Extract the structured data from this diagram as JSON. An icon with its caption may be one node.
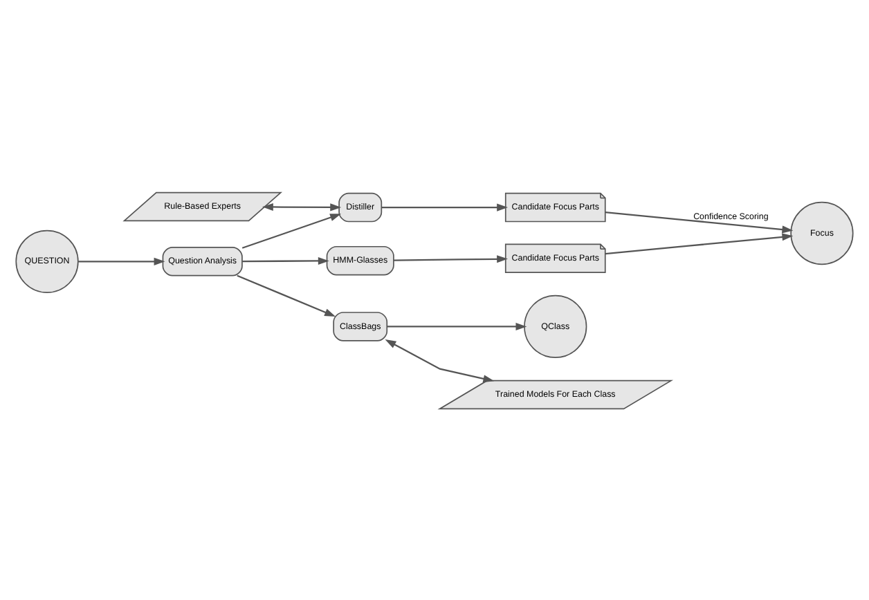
{
  "diagram": {
    "nodes": [
      {
        "text": [
          "Rule-Based Experts"
        ]
      },
      {
        "text": [
          "QUESTION"
        ]
      },
      {
        "text": [
          "Distiller"
        ]
      },
      {
        "text": [
          "Candidate Focus Parts"
        ]
      },
      {
        "text": [
          "HMM-Glasses"
        ]
      },
      {
        "text": [
          "Candidate Focus Parts"
        ]
      },
      {
        "text": [
          "Focus"
        ]
      },
      {
        "text": [
          "Question Analysis"
        ]
      },
      {
        "text": [
          "ClassBags"
        ]
      },
      {
        "text": [
          "QClass"
        ]
      },
      {
        "text": [
          "Trained Models For Each Class"
        ]
      }
    ],
    "edges": [
      {
        "from": 0,
        "to": 2,
        "arrow": "both"
      },
      {
        "from": 1,
        "to": 7,
        "arrow": "to"
      },
      {
        "from": 7,
        "to": 2,
        "arrow": "to"
      },
      {
        "from": 7,
        "to": 4,
        "arrow": "to"
      },
      {
        "from": 7,
        "to": 8,
        "arrow": "to"
      },
      {
        "from": 2,
        "to": 3,
        "arrow": "to"
      },
      {
        "from": 4,
        "to": 5,
        "arrow": "to"
      },
      {
        "from": 3,
        "to": 6,
        "arrow": "to",
        "label": "Confidence Scoring"
      },
      {
        "from": 5,
        "to": 6,
        "arrow": "to"
      },
      {
        "from": 8,
        "to": 9,
        "arrow": "to"
      },
      {
        "from": 8,
        "to": 10,
        "arrow": "both"
      }
    ]
  }
}
